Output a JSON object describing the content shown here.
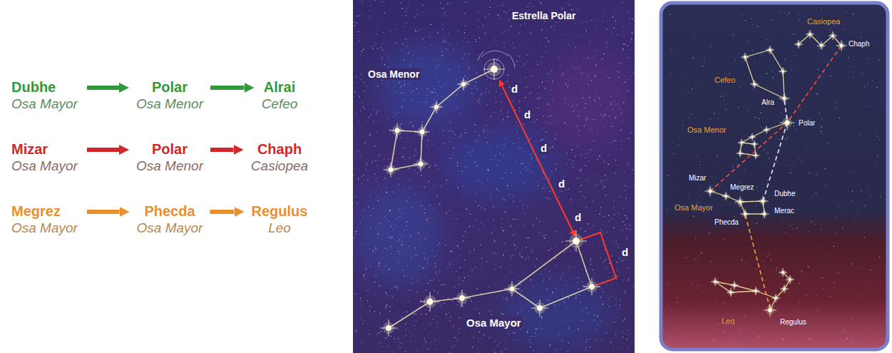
{
  "diagram": {
    "nodes": [
      {
        "text": [
          "Dubhe",
          "Osa Mayor"
        ]
      },
      {
        "text": [
          "Polar",
          "Osa Menor"
        ]
      },
      {
        "text": [
          "Alrai",
          "Cefeo"
        ]
      },
      {
        "text": [
          "Mizar",
          "Osa Mayor"
        ]
      },
      {
        "text": [
          "Polar",
          "Osa Menor"
        ]
      },
      {
        "text": [
          "Chaph",
          "Casiopea"
        ]
      },
      {
        "text": [
          "Megrez",
          "Osa Mayor"
        ]
      },
      {
        "text": [
          "Phecda",
          "Osa Mayor"
        ]
      },
      {
        "text": [
          "Regulus",
          "Leo"
        ]
      }
    ],
    "edges": [
      {
        "from": 0,
        "to": 1,
        "arrow": "to"
      },
      {
        "from": 1,
        "to": 2,
        "arrow": "to"
      },
      {
        "from": 3,
        "to": 4,
        "arrow": "to"
      },
      {
        "from": 4,
        "to": 5,
        "arrow": "to"
      },
      {
        "from": 6,
        "to": 7,
        "arrow": "to"
      },
      {
        "from": 7,
        "to": 8,
        "arrow": "to"
      }
    ],
    "labels": [
      "Estrella Polar",
      "Osa Menor",
      "d",
      "d",
      "d",
      "d",
      "d",
      "d",
      "Osa Mayor",
      "Casiopea",
      "Chaph",
      "Cefeo",
      "Alra",
      "Osa Menor",
      "Polar",
      "Mizar",
      "Megrez",
      "Dubhe",
      "Merac",
      "Osa Mayor",
      "Phecda",
      "Leo",
      "Regulus"
    ]
  }
}
